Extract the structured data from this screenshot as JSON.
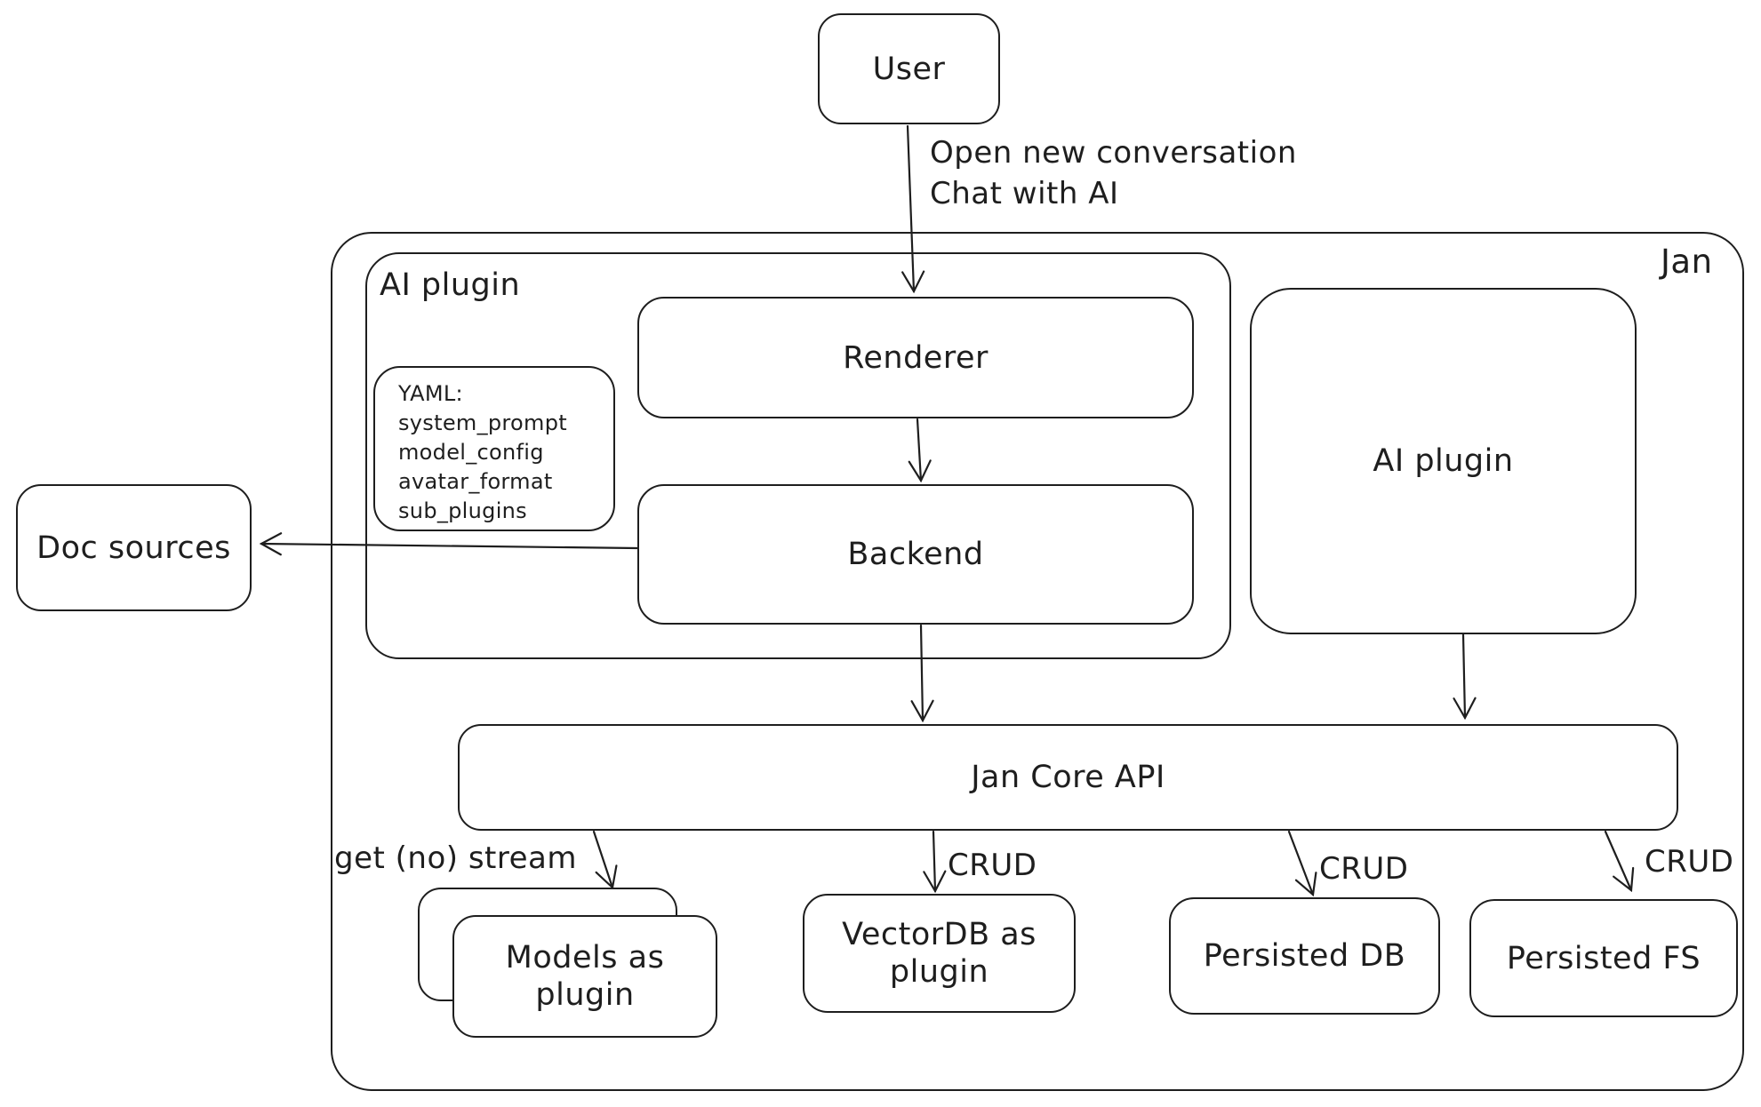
{
  "canvas": {
    "background": "#ffffff",
    "stroke_color": "#1e1e1e"
  },
  "nodes": {
    "user": {
      "label": "User"
    },
    "jan": {
      "label": "Jan"
    },
    "ai_plugin_left": {
      "label": "AI plugin"
    },
    "renderer": {
      "label": "Renderer"
    },
    "yaml_note": {
      "text": "YAML:\nsystem_prompt\nmodel_config\navatar_format\nsub_plugins"
    },
    "backend": {
      "label": "Backend"
    },
    "ai_plugin_right": {
      "label": "AI plugin"
    },
    "doc_sources": {
      "label": "Doc sources"
    },
    "jan_core_api": {
      "label": "Jan Core API"
    },
    "models_as_plugin": {
      "label": "Models as plugin"
    },
    "vectordb_as_plugin": {
      "label": "VectorDB as plugin"
    },
    "persisted_db": {
      "label": "Persisted DB"
    },
    "persisted_fs": {
      "label": "Persisted FS"
    }
  },
  "edges": {
    "user_to_renderer_label": "Open new conversation\nChat with AI",
    "get_no_stream_label": "get (no) stream",
    "crud_vectordb_label": "CRUD",
    "crud_persisted_db_label": "CRUD",
    "crud_persisted_fs_label": "CRUD"
  }
}
